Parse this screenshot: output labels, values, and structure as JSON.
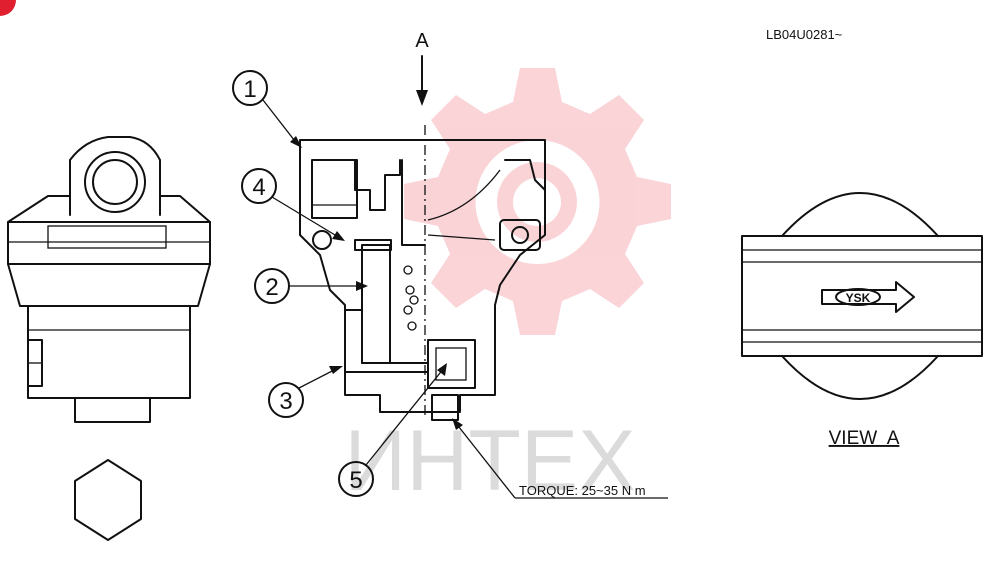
{
  "drawing": {
    "code": "LB04U0281~",
    "arrow_label": "A",
    "view_label": "VIEW  A",
    "torque_note": "TORQUE: 25~35 N m",
    "logo_text": "YSK",
    "watermark_text": "ИНТЕХ",
    "watermark_color": "#e83a4a",
    "corner_badge_color": "#e02030"
  },
  "callouts": [
    {
      "id": "1",
      "number": "1"
    },
    {
      "id": "2",
      "number": "2"
    },
    {
      "id": "3",
      "number": "3"
    },
    {
      "id": "4",
      "number": "4"
    },
    {
      "id": "5",
      "number": "5"
    }
  ]
}
